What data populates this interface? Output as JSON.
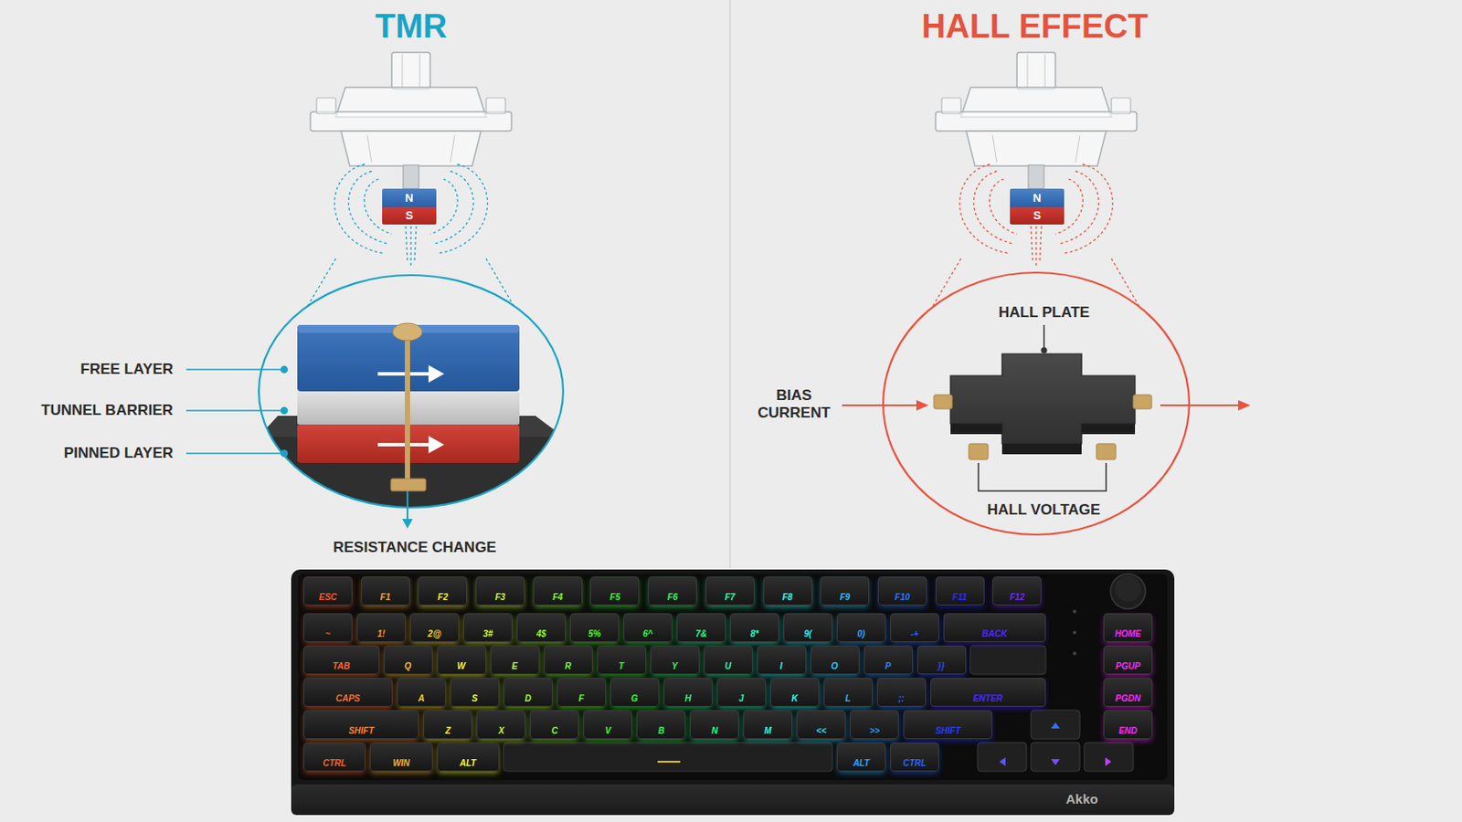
{
  "diagram": {
    "nodes": [
      {
        "text": [
          "N"
        ]
      },
      {
        "text": [
          "S"
        ]
      },
      {
        "text": [
          "N"
        ]
      },
      {
        "text": [
          "S"
        ]
      },
      {
        "text": [
          "Akko"
        ]
      },
      {
        "text": [
          "ESC"
        ],
        "in": 4
      },
      {
        "text": [
          "F1"
        ],
        "in": 4
      },
      {
        "text": [
          "F2"
        ],
        "in": 4
      },
      {
        "text": [
          "F3"
        ],
        "in": 4
      },
      {
        "text": [
          "F4"
        ],
        "in": 4
      },
      {
        "text": [
          "F5"
        ],
        "in": 4
      },
      {
        "text": [
          "F6"
        ],
        "in": 4
      },
      {
        "text": [
          "F7"
        ],
        "in": 4
      },
      {
        "text": [
          "F8"
        ],
        "in": 4
      },
      {
        "text": [
          "F9"
        ],
        "in": 4
      },
      {
        "text": [
          "F10"
        ],
        "in": 4
      },
      {
        "text": [
          "F11"
        ],
        "in": 4
      },
      {
        "text": [
          "F12"
        ],
        "in": 4
      },
      {
        "text": [
          "~"
        ],
        "in": 4
      },
      {
        "text": [
          "1!"
        ],
        "in": 4
      },
      {
        "text": [
          "2@"
        ],
        "in": 4
      },
      {
        "text": [
          "3#"
        ],
        "in": 4
      },
      {
        "text": [
          "4$"
        ],
        "in": 4
      },
      {
        "text": [
          "5%"
        ],
        "in": 4
      },
      {
        "text": [
          "6^"
        ],
        "in": 4
      },
      {
        "text": [
          "7&"
        ],
        "in": 4
      },
      {
        "text": [
          "8*"
        ],
        "in": 4
      },
      {
        "text": [
          "9("
        ],
        "in": 4
      },
      {
        "text": [
          "0)"
        ],
        "in": 4
      },
      {
        "text": [
          "-+"
        ],
        "in": 4
      },
      {
        "text": [
          "BACK"
        ],
        "in": 4
      },
      {
        "text": [
          "HOME"
        ],
        "in": 4
      },
      {
        "text": [
          "TAB"
        ],
        "in": 4
      },
      {
        "text": [
          "Q"
        ],
        "in": 4
      },
      {
        "text": [
          "W"
        ],
        "in": 4
      },
      {
        "text": [
          "E"
        ],
        "in": 4
      },
      {
        "text": [
          "R"
        ],
        "in": 4
      },
      {
        "text": [
          "T"
        ],
        "in": 4
      },
      {
        "text": [
          "Y"
        ],
        "in": 4
      },
      {
        "text": [
          "U"
        ],
        "in": 4
      },
      {
        "text": [
          "I"
        ],
        "in": 4
      },
      {
        "text": [
          "O"
        ],
        "in": 4
      },
      {
        "text": [
          "P"
        ],
        "in": 4
      },
      {
        "text": [
          "}}"
        ],
        "in": 4
      },
      {
        "text": [
          "PGUP"
        ],
        "in": 4
      },
      {
        "text": [
          "CAPS"
        ],
        "in": 4
      },
      {
        "text": [
          "A"
        ],
        "in": 4
      },
      {
        "text": [
          "S"
        ],
        "in": 4
      },
      {
        "text": [
          "D"
        ],
        "in": 4
      },
      {
        "text": [
          "F"
        ],
        "in": 4
      },
      {
        "text": [
          "G"
        ],
        "in": 4
      },
      {
        "text": [
          "H"
        ],
        "in": 4
      },
      {
        "text": [
          "J"
        ],
        "in": 4
      },
      {
        "text": [
          "K"
        ],
        "in": 4
      },
      {
        "text": [
          "L"
        ],
        "in": 4
      },
      {
        "text": [
          ";:"
        ],
        "in": 4
      },
      {
        "text": [
          "ENTER"
        ],
        "in": 4
      },
      {
        "text": [
          "PGDN"
        ],
        "in": 4
      },
      {
        "text": [
          "SHIFT"
        ],
        "in": 4
      },
      {
        "text": [
          "Z"
        ],
        "in": 4
      },
      {
        "text": [
          "X"
        ],
        "in": 4
      },
      {
        "text": [
          "C"
        ],
        "in": 4
      },
      {
        "text": [
          "V"
        ],
        "in": 4
      },
      {
        "text": [
          "B"
        ],
        "in": 4
      },
      {
        "text": [
          "N"
        ],
        "in": 4
      },
      {
        "text": [
          "M"
        ],
        "in": 4
      },
      {
        "text": [
          "<<"
        ],
        "in": 4
      },
      {
        "text": [
          ">>"
        ],
        "in": 4
      },
      {
        "text": [
          "SHIFT"
        ],
        "in": 4
      },
      {
        "text": [
          "END"
        ],
        "in": 4
      },
      {
        "text": [
          "CTRL"
        ],
        "in": 4
      },
      {
        "text": [
          "WIN"
        ],
        "in": 4
      },
      {
        "text": [
          "ALT"
        ],
        "in": 4
      },
      {
        "text": [
          "ALT"
        ],
        "in": 4
      },
      {
        "text": [
          "CTRL"
        ],
        "in": 4
      }
    ],
    "labels": [
      "TMR",
      "HALL EFFECT",
      "FREE LAYER",
      "TUNNEL BARRIER",
      "PINNED LAYER",
      "RESISTANCE CHANGE",
      "HALL PLATE",
      "BIAS CURRENT",
      "HALL VOLTAGE"
    ]
  }
}
